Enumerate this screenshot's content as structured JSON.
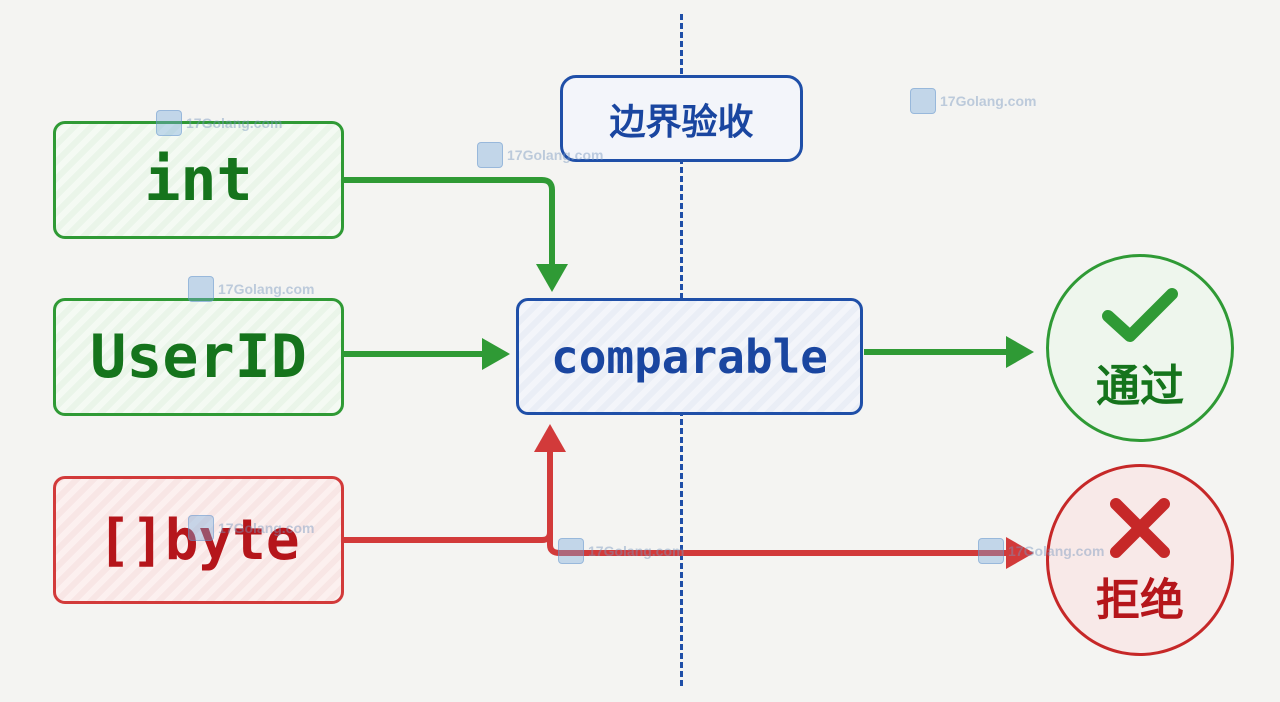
{
  "diagram": {
    "boundary_label": "边界验收",
    "inputs": [
      {
        "label": "int",
        "status": "accepted"
      },
      {
        "label": "UserID",
        "status": "accepted"
      },
      {
        "label": "[]byte",
        "status": "rejected"
      }
    ],
    "constraint": "comparable",
    "results": {
      "pass": {
        "icon": "check-icon",
        "label": "通过"
      },
      "reject": {
        "icon": "cross-icon",
        "label": "拒绝"
      }
    },
    "colors": {
      "accepted": "#2f9a35",
      "rejected": "#d23a3a",
      "constraint": "#1f4fa8",
      "background": "#f4f4f2"
    }
  },
  "watermark": {
    "text": "17Golang.com"
  }
}
